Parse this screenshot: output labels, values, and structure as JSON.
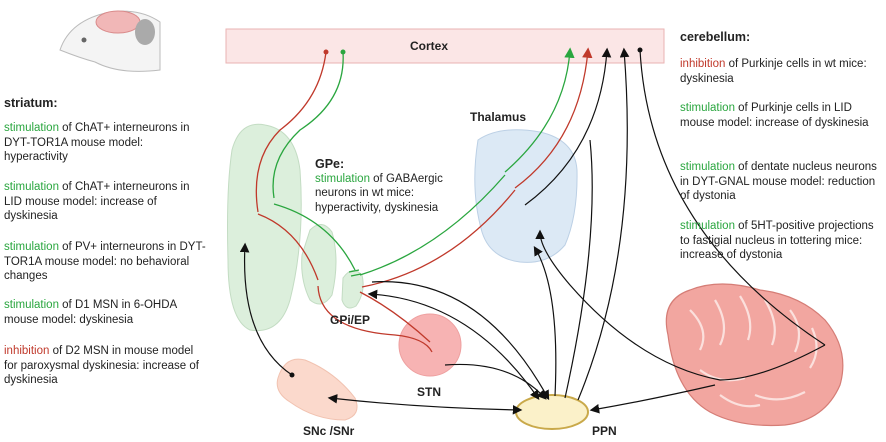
{
  "regions": {
    "cortex": "Cortex",
    "thalamus": "Thalamus",
    "gpe": "GPe:",
    "gpi_ep": "GPi/EP",
    "stn": "STN",
    "snc_snr": "SNc /SNr",
    "ppn": "PPN"
  },
  "left_panel": {
    "heading": "striatum:",
    "items": [
      {
        "verb": "stimulation",
        "verb_color": "green",
        "rest": " of ChAT+ interneurons in DYT-TOR1A mouse model: hyperactivity"
      },
      {
        "verb": "stimulation",
        "verb_color": "green",
        "rest": " of ChAT+ interneurons in LID mouse model: increase of dyskinesia"
      },
      {
        "verb": "stimulation",
        "verb_color": "green",
        "rest": " of PV+ interneurons in DYT-TOR1A mouse model: no behavioral changes"
      },
      {
        "verb": "stimulation",
        "verb_color": "green",
        "rest": " of D1 MSN in 6-OHDA mouse model: dyskinesia"
      },
      {
        "verb": "inhibition",
        "verb_color": "red",
        "rest": " of D2 MSN in mouse model for paroxysmal dyskinesia: increase of dyskinesia"
      }
    ]
  },
  "gpe_panel": {
    "verb": "stimulation",
    "rest": " of GABAergic neurons in wt mice: hyperactivity, dyskinesia"
  },
  "right_panel": {
    "heading": "cerebellum:",
    "items": [
      {
        "verb": "inhibition",
        "verb_color": "red",
        "rest": " of Purkinje cells in wt mice: dyskinesia"
      },
      {
        "verb": "stimulation",
        "verb_color": "green",
        "rest": " of Purkinje cells in LID mouse model: increase of dyskinesia"
      },
      {
        "verb": "stimulation",
        "verb_color": "green",
        "rest": " of dentate nucleus neurons in DYT-GNAL mouse model: reduction of dystonia"
      },
      {
        "verb": "stimulation",
        "verb_color": "green",
        "rest": " of 5HT-positive projections to fastigial nucleus in tottering mice: increase of dystonia"
      }
    ]
  },
  "colors": {
    "green": "#2aa63f",
    "red": "#c0392b",
    "black": "#111111",
    "cortex_fill": "#fbe6e6",
    "striatum_fill": "#dcefdc",
    "thalamus_fill": "#dce9f5",
    "stn_fill": "#f7b3b3",
    "sn_fill": "#fbd9cc",
    "ppn_fill": "#fbf1c9",
    "cerebellum_fill": "#f2a6a0"
  }
}
